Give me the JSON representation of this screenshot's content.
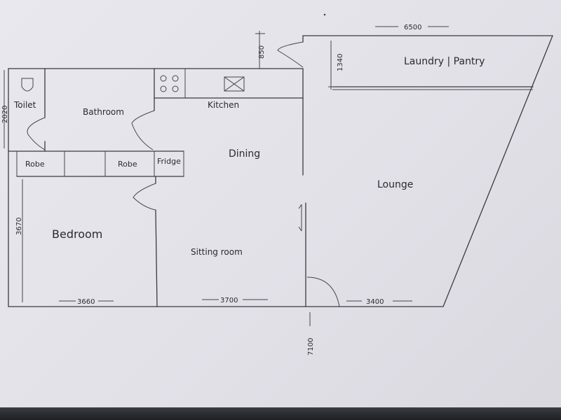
{
  "rooms": {
    "toilet": "Toilet",
    "bathroom": "Bathroom",
    "kitchen": "Kitchen",
    "dining": "Dining",
    "laundry_pantry": "Laundry | Pantry",
    "robe_left": "Robe",
    "robe_right": "Robe",
    "fridge": "Fridge",
    "lounge": "Lounge",
    "bedroom": "Bedroom",
    "sitting_room": "Sitting room"
  },
  "dimensions": {
    "top_width": "6500",
    "entry_width": "850",
    "laundry_depth": "1340",
    "bathroom_depth": "2020",
    "bedroom_depth": "3670",
    "bedroom_width": "3660",
    "sitting_width": "3700",
    "lounge_width": "3400",
    "total_depth": "7100"
  }
}
